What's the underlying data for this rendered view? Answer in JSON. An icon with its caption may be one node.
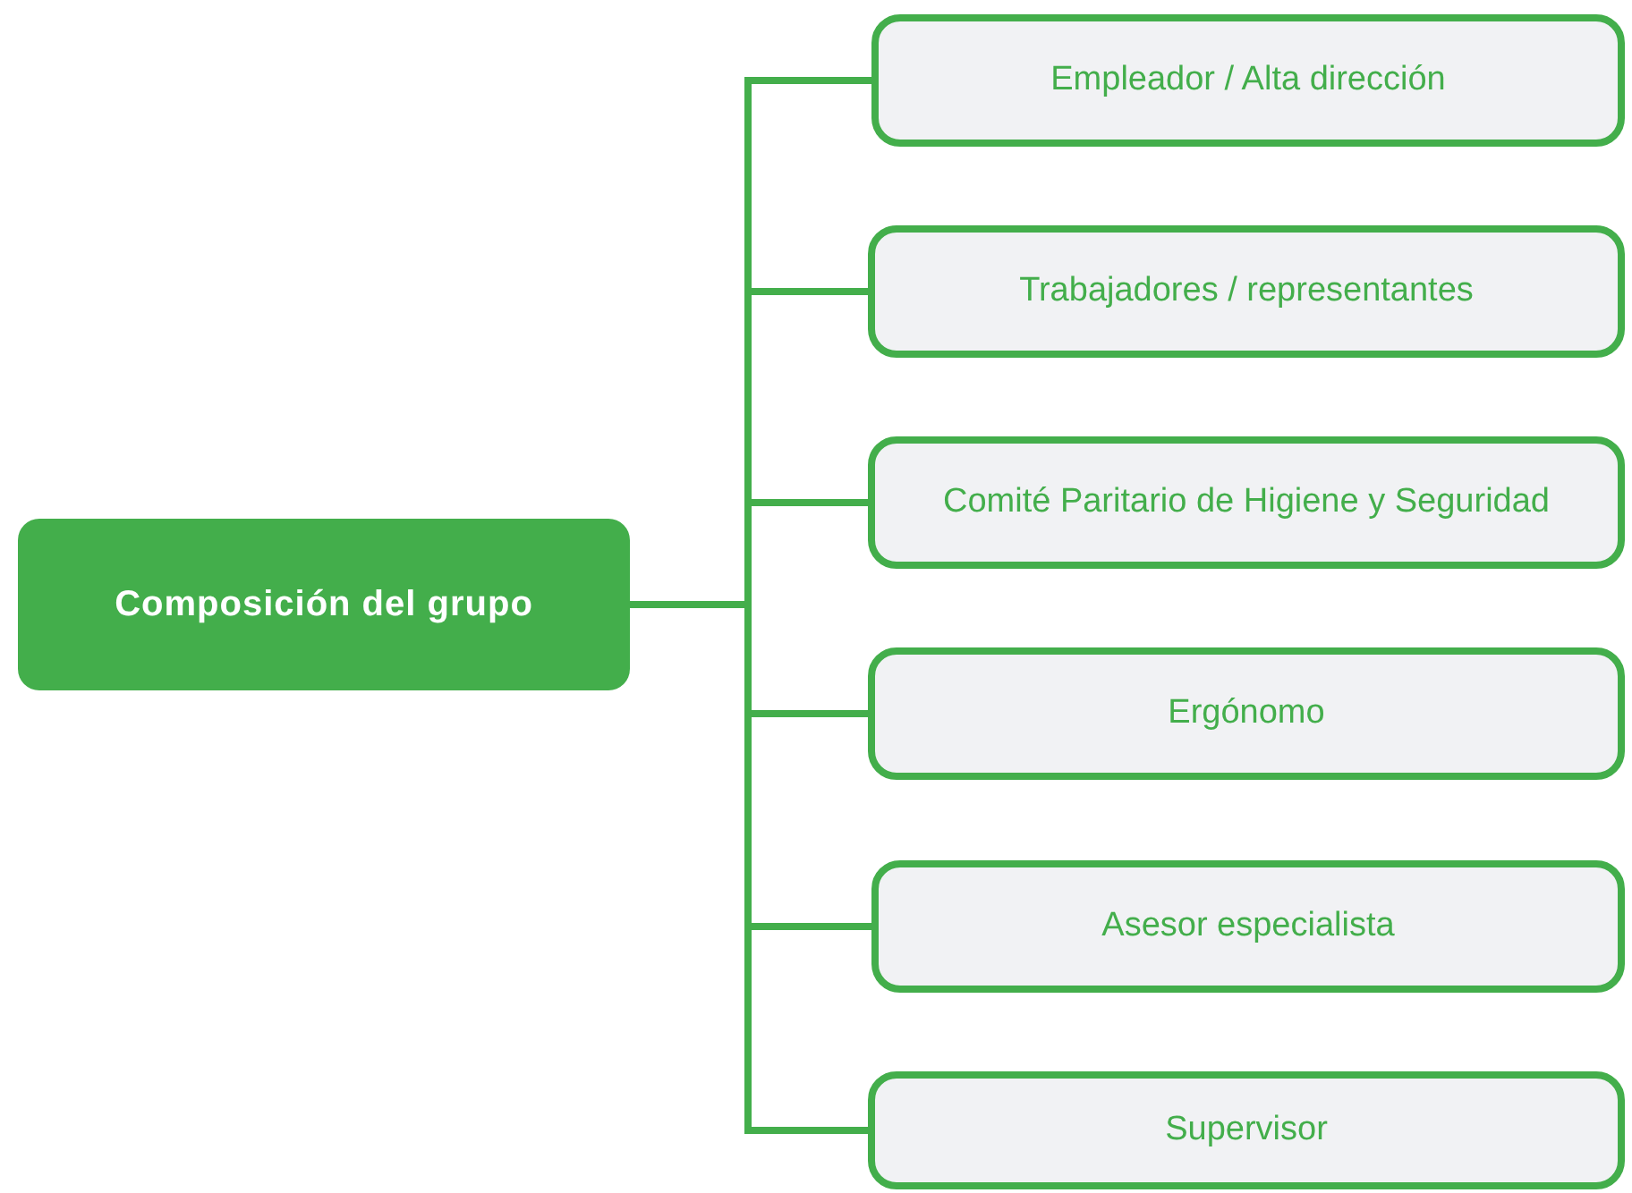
{
  "diagram": {
    "nodes": [
      {
        "text": [
          "Composición del grupo"
        ]
      },
      {
        "text": [
          "Empleador / Alta dirección"
        ]
      },
      {
        "text": [
          "Trabajadores / representantes"
        ]
      },
      {
        "text": [
          "Comité Paritario de Higiene y Seguridad"
        ]
      },
      {
        "text": [
          "Ergónomo"
        ]
      },
      {
        "text": [
          "Asesor especialista"
        ]
      },
      {
        "text": [
          "Supervisor"
        ]
      }
    ],
    "edges": [
      {
        "from": 0,
        "to": 1,
        "arrow": "none"
      },
      {
        "from": 0,
        "to": 2,
        "arrow": "none"
      },
      {
        "from": 0,
        "to": 3,
        "arrow": "none"
      },
      {
        "from": 0,
        "to": 4,
        "arrow": "none"
      },
      {
        "from": 0,
        "to": 5,
        "arrow": "none"
      },
      {
        "from": 0,
        "to": 6,
        "arrow": "none"
      }
    ]
  }
}
